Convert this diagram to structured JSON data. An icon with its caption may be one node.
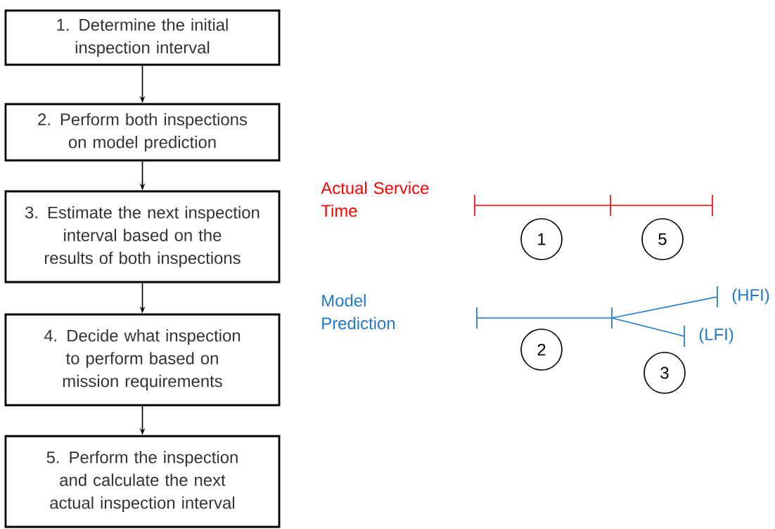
{
  "diagram": {
    "nodes": [
      {
        "text": [
          "1. Determine the initial inspection interval"
        ]
      },
      {
        "text": [
          "2. Perform both inspections on model prediction"
        ]
      },
      {
        "text": [
          "3. Estimate the next inspection interval based on the results of both inspections"
        ]
      },
      {
        "text": [
          "4. Decide what inspection to perform based on mission requirements"
        ]
      },
      {
        "text": [
          "5. Perform the inspection and calculate the next actual inspection interval"
        ]
      },
      {
        "text": [
          "1"
        ]
      },
      {
        "text": [
          "5"
        ]
      },
      {
        "text": [
          "2"
        ]
      },
      {
        "text": [
          "3"
        ]
      }
    ],
    "edges": [
      {
        "from": 0,
        "to": 1,
        "arrow": "to"
      },
      {
        "from": 1,
        "to": 2,
        "arrow": "to"
      },
      {
        "from": 2,
        "to": 3,
        "arrow": "to"
      },
      {
        "from": 3,
        "to": 4,
        "arrow": "to"
      }
    ],
    "labels": [
      "Actual Service Time",
      "Model Prediction",
      "(HFI)",
      "(LFI)"
    ]
  }
}
